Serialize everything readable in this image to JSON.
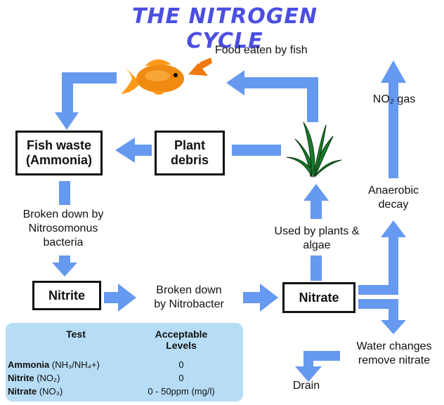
{
  "title": "THE NITROGEN CYCLE",
  "nodes": {
    "fish_waste": "Fish waste\n(Ammonia)",
    "plant_debris": "Plant\ndebris",
    "nitrite": "Nitrite",
    "nitrate": "Nitrate"
  },
  "labels": {
    "food": "Food eaten by fish",
    "no2_gas": "NO₂ gas",
    "anaerobic": "Anaerobic\ndecay",
    "nitrosomonas": "Broken down by\nNitrosomonus\nbacteria",
    "nitrobacter": "Broken down\nby Nitrobacter",
    "used_by_plants": "Used by plants &\nalgae",
    "water_changes": "Water changes\nremove nitrate",
    "drain": "Drain"
  },
  "table": {
    "header_test": "Test",
    "header_levels": "Acceptable\nLevels",
    "rows": [
      {
        "name": "Ammonia",
        "formula": "(NH₃/NH₄+)",
        "level": "0"
      },
      {
        "name": "Nitrite",
        "formula": "(NO₂)",
        "level": "0"
      },
      {
        "name": "Nitrate",
        "formula": "(NO₃)",
        "level": "0 - 50ppm (mg/l)"
      }
    ]
  },
  "colors": {
    "title": "#4b4fe0",
    "arrow": "#6699f0",
    "food_arrow": "#f07a10",
    "table_bg": "#b7dcf5",
    "fish": "#f08a10",
    "plant": "#1a7a2a"
  },
  "icons": [
    "goldfish-icon",
    "aquatic-plant-icon"
  ]
}
